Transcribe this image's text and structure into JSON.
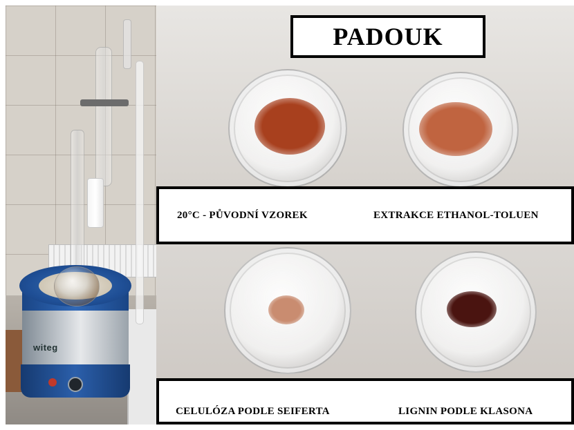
{
  "title": "PADOUK",
  "photo_brand": "witeg",
  "samples": [
    {
      "label": "20°C - PŮVODNÍ VZOREK",
      "color": "#a8401e"
    },
    {
      "label": "EXTRAKCE ETHANOL-TOLUEN",
      "color": "#c06440"
    },
    {
      "label": "CELULÓZA PODLE SEIFERTA",
      "color": "#c98c70"
    },
    {
      "label": "LIGNIN PODLE KLASONA",
      "color": "#4a1410"
    }
  ]
}
